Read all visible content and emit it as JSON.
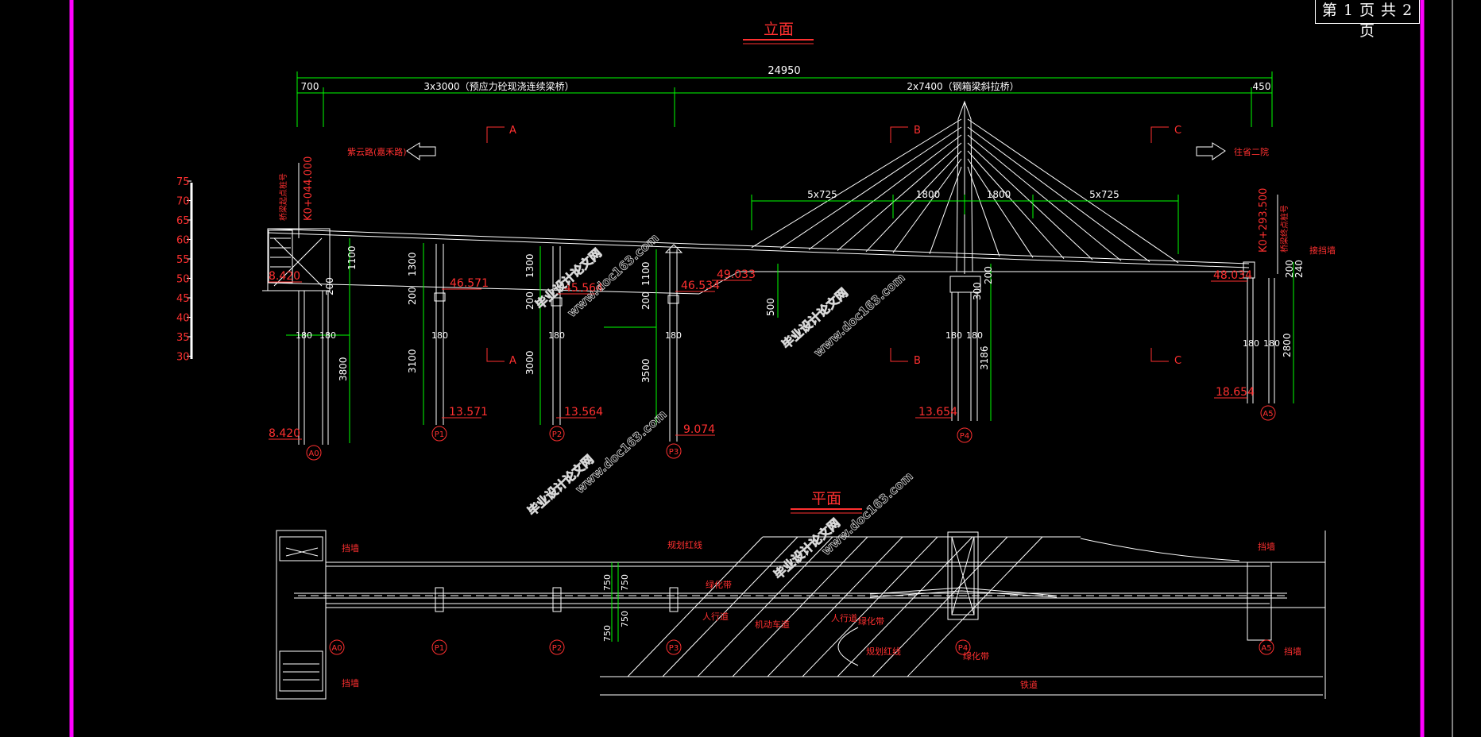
{
  "colors": {
    "background": "#000000",
    "frame": "#ff00ff",
    "red": "#ff3030",
    "green": "#00ff00",
    "white": "#ffffff",
    "cyan": "#40ffff",
    "watermark": "#d8d8d8"
  },
  "sheet": {
    "prefix": "第",
    "page": "1",
    "mid": "页 共",
    "total": "2",
    "suffix": "页"
  },
  "elevation": {
    "title": "立面",
    "total_span": "24950",
    "seg_left_end": "700",
    "seg_girder": "3x3000（预应力砼现浇连续梁桥）",
    "seg_cable": "2x7400（钢箱梁斜拉桥）",
    "seg_right_end": "450",
    "cable_spacing": [
      "5x725",
      "1800",
      "1800",
      "5x725"
    ],
    "section_marks": [
      "A",
      "A",
      "B",
      "B",
      "C",
      "C"
    ],
    "dir_left": "紫云路(嘉禾路)",
    "dir_right": "往省二院",
    "station_left": "K0+044.000",
    "station_left_note": "桥梁起点桩号",
    "station_right": "K0+293.500",
    "station_right_note": "桥梁终点桩号",
    "abutment_note": "接挡墙",
    "scale_ticks": [
      "75",
      "70",
      "65",
      "60",
      "55",
      "50",
      "45",
      "40",
      "35",
      "30"
    ],
    "elevations": {
      "a0_top": "8.420",
      "a0_bottom": "8.420",
      "p1_deck": "46.571",
      "p2_deck": "45.564",
      "p3_deck": "46.534",
      "p4_deck": "49.033",
      "a5_deck": "48.034",
      "p1_bottom": "13.571",
      "p2_bottom": "13.564",
      "p3_bottom": "9.074",
      "p4_bottom": "13.654",
      "a5_bottom": "18.654"
    },
    "dims": {
      "a0_h1": "1100",
      "a0_h2": "200",
      "a0_pile": "3800",
      "p1_h1": "1300",
      "p1_h2": "200",
      "p1_pile": "3100",
      "p2_h1": "1300",
      "p2_h2": "200",
      "p2_pile": "3000",
      "p3_h1": "1100",
      "p3_h2": "200",
      "p3_pile": "3500",
      "p4_girder": "500",
      "p4_h1": "200",
      "p4_h2": "300",
      "p4_pile": "3186",
      "a5_h1": "200",
      "a5_h2": "240",
      "a5_pile": "2800",
      "col": "180"
    },
    "piers": [
      "A0",
      "P1",
      "P2",
      "P3",
      "P4",
      "A5"
    ]
  },
  "plan": {
    "title": "平面",
    "piers": [
      "A0",
      "P1",
      "P2",
      "P3",
      "P4",
      "A5"
    ],
    "labels": {
      "wall_tl": "挡墙",
      "wall_bl": "挡墙",
      "wall_tr": "挡墙",
      "wall_br": "挡墙",
      "red_line_top": "规划红线",
      "red_line_bottom": "规划红线",
      "green_top": "绿化带",
      "green_mid": "绿化带",
      "green_bottom": "绿化带",
      "walk_1": "人行道",
      "walk_2": "人行道",
      "motor": "机动车道",
      "track": "铁道"
    },
    "width_dims": [
      "750",
      "750",
      "750",
      "750"
    ]
  },
  "watermarks": [
    "毕业设计论文网",
    "www.doc163.com"
  ]
}
